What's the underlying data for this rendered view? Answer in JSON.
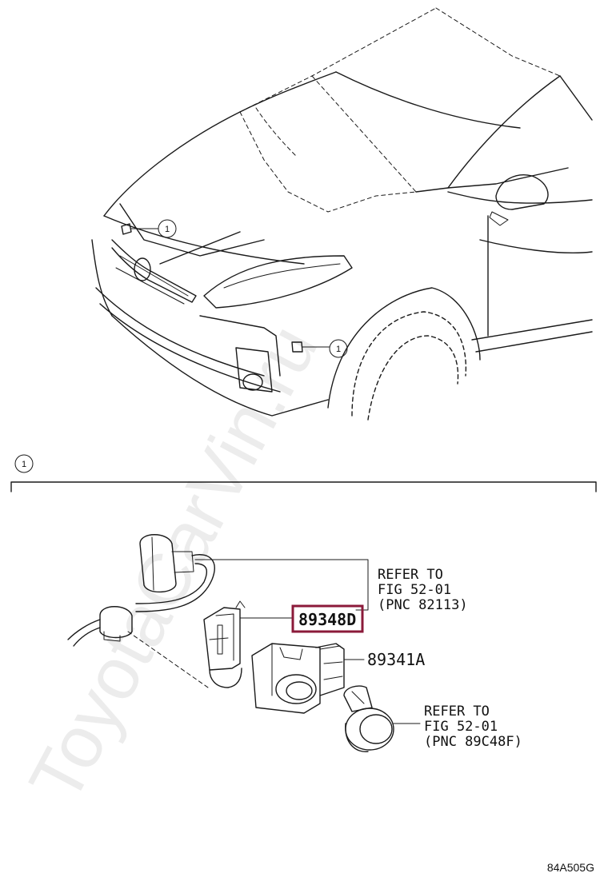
{
  "callout_marker": "1",
  "section_marker": "1",
  "parts": {
    "sensor_part": "89341A",
    "retainer_part": "89348D"
  },
  "refer_upper": {
    "line1": "REFER TO",
    "line2": "FIG 52-01",
    "line3": "(PNC 82113)"
  },
  "refer_lower": {
    "line1": "REFER TO",
    "line2": "FIG 52-01",
    "line3": "(PNC 89C48F)"
  },
  "diagram_code": "84A505G",
  "watermark": "ToyotaCarVin.ru",
  "colors": {
    "highlight": "#8b1a3a",
    "line": "#1a1a1a"
  }
}
